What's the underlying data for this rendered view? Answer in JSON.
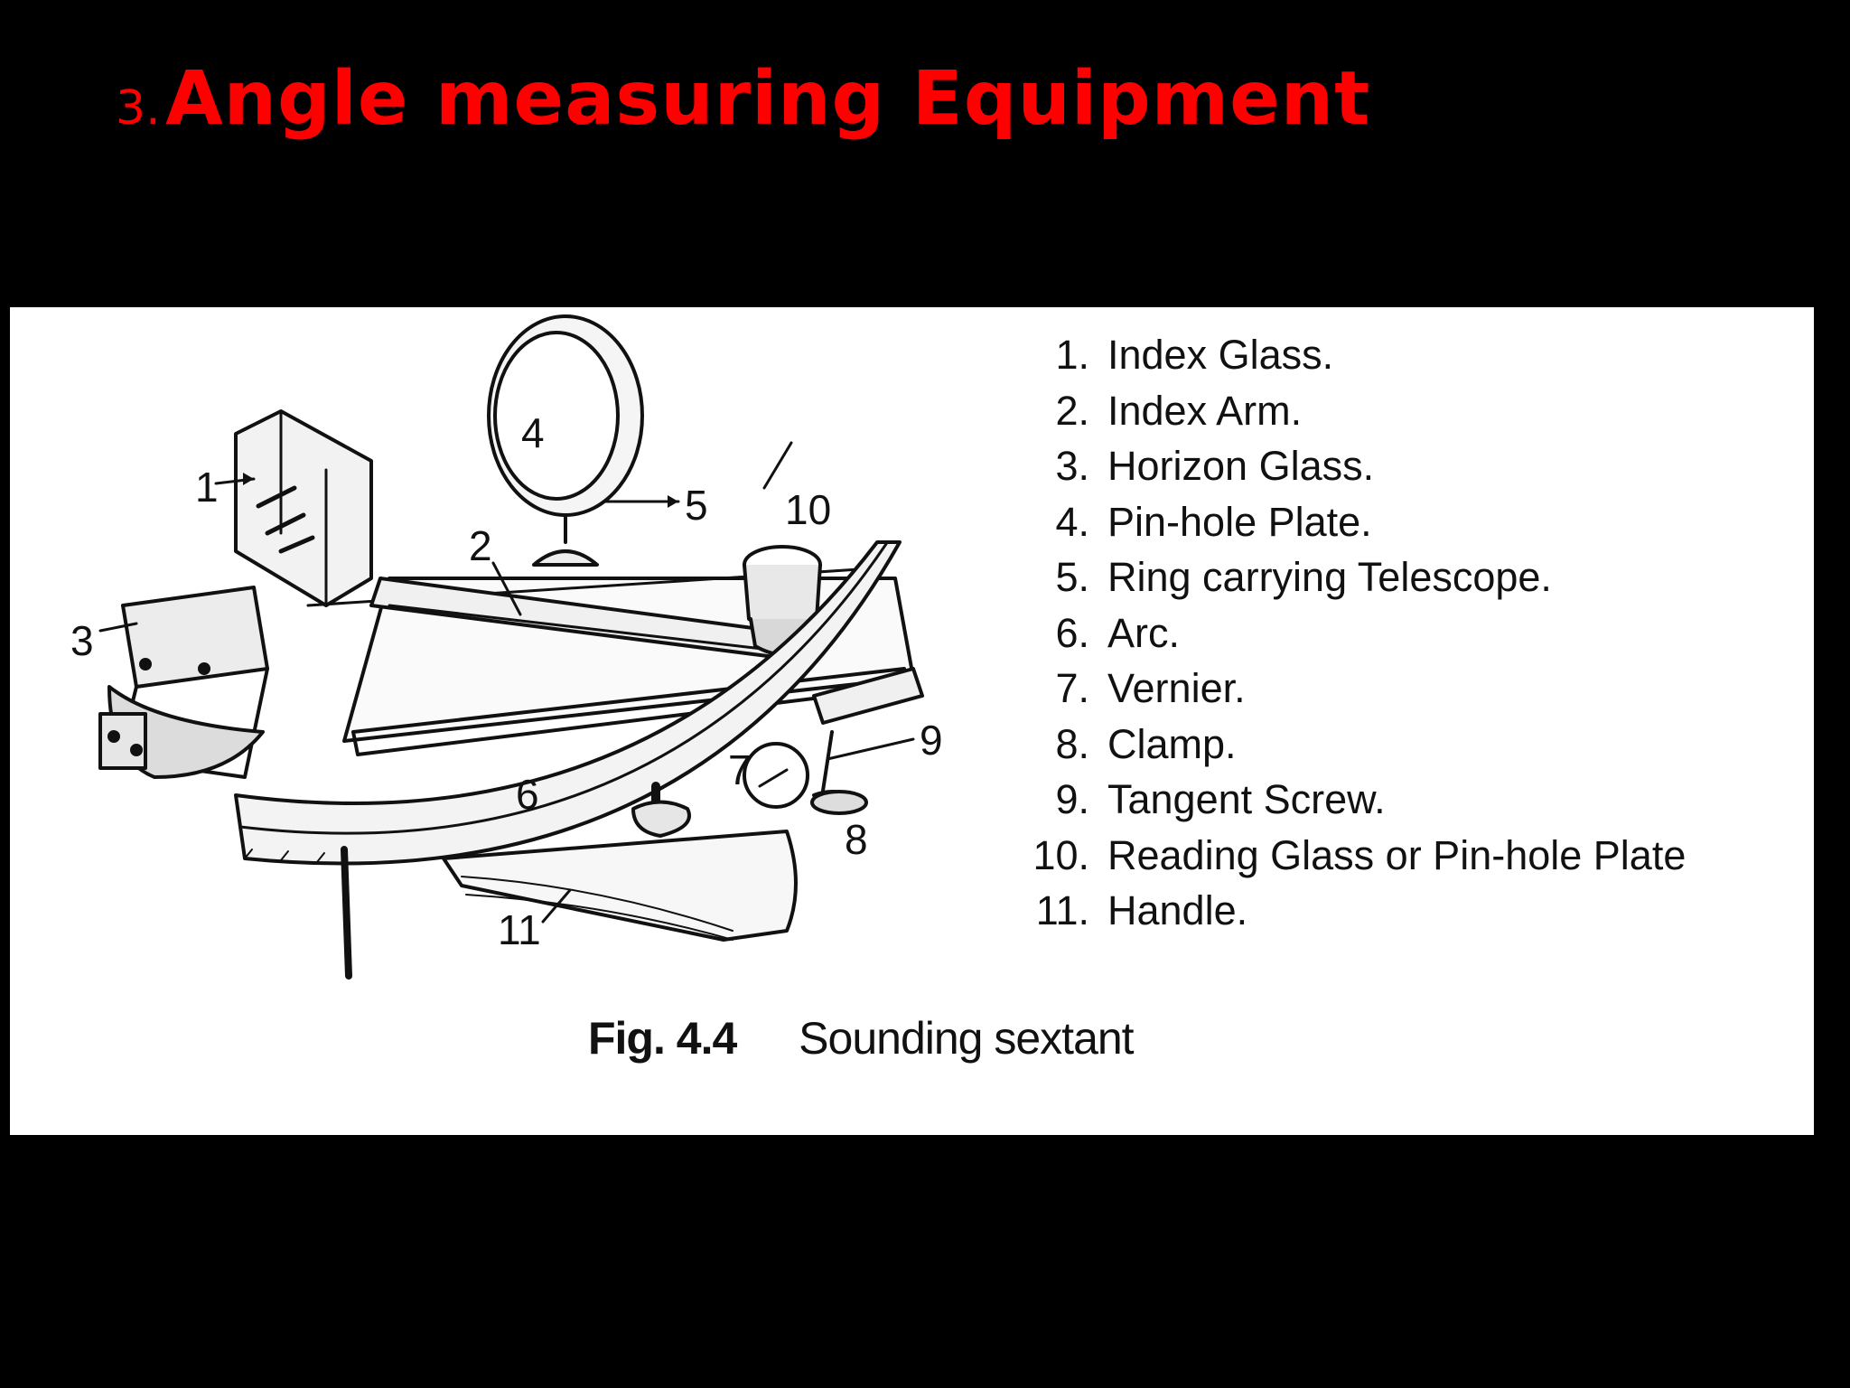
{
  "slide": {
    "title_number": "3.",
    "title_text": "Angle measuring Equipment",
    "title_color": "#ff0000",
    "background": "#000000"
  },
  "figure": {
    "caption_number": "Fig. 4.4",
    "caption_text": "Sounding sextant",
    "callouts": [
      "1",
      "2",
      "3",
      "4",
      "5",
      "6",
      "7",
      "8",
      "9",
      "10",
      "11"
    ],
    "legend": [
      {
        "num": "1.",
        "label": "Index Glass."
      },
      {
        "num": "2.",
        "label": "Index Arm."
      },
      {
        "num": "3.",
        "label": "Horizon Glass."
      },
      {
        "num": "4.",
        "label": "Pin-hole Plate."
      },
      {
        "num": "5.",
        "label": "Ring carrying Telescope."
      },
      {
        "num": "6.",
        "label": "Arc."
      },
      {
        "num": "7.",
        "label": "Vernier."
      },
      {
        "num": "8.",
        "label": "Clamp."
      },
      {
        "num": "9.",
        "label": "Tangent Screw."
      },
      {
        "num": "10.",
        "label": "Reading Glass or Pin-hole Plate"
      },
      {
        "num": "11.",
        "label": "Handle."
      }
    ]
  }
}
